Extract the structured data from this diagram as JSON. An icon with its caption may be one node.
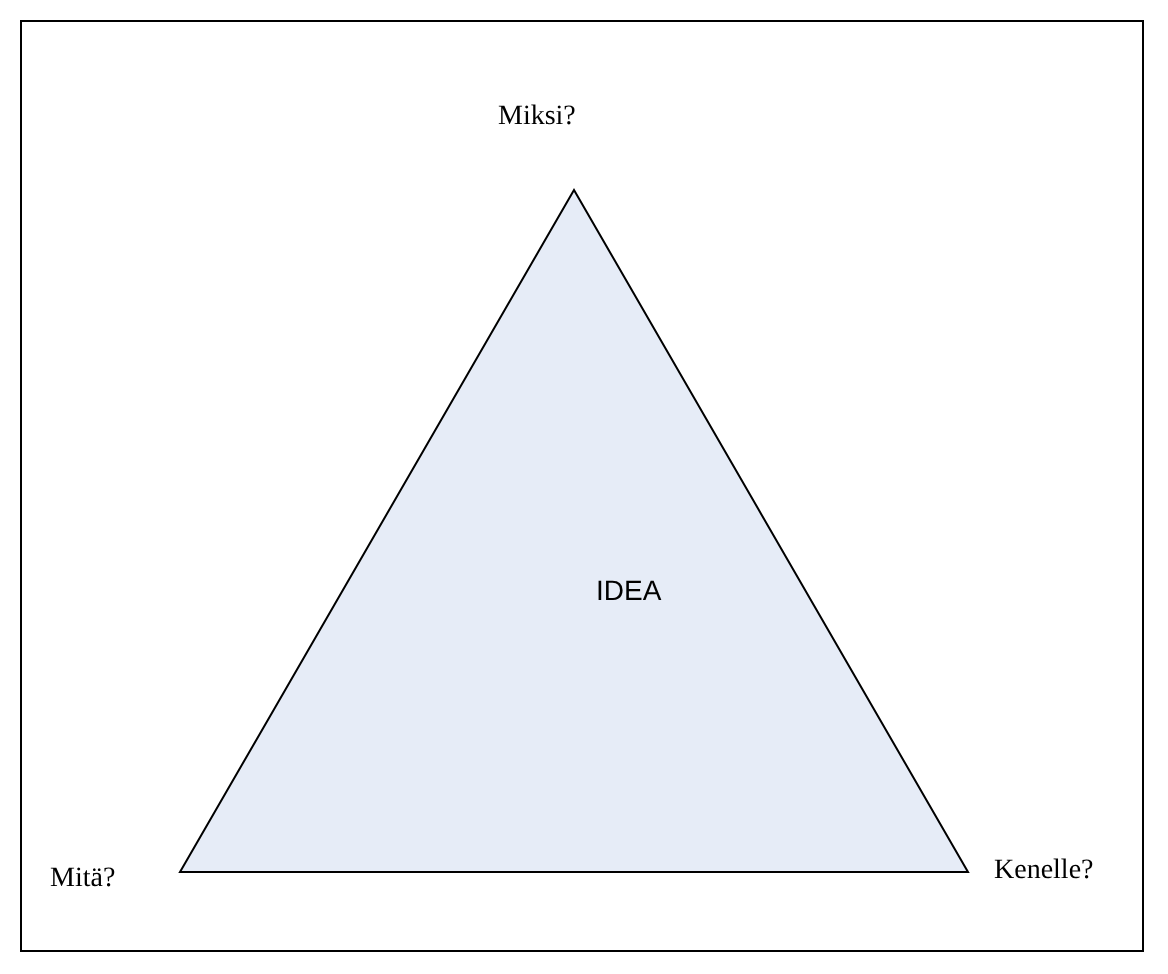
{
  "diagram": {
    "nodes": [
      {
        "text": [
          "IDEA"
        ]
      }
    ],
    "labels": [
      "Miksi?",
      "Mitä?",
      "Kenelle?"
    ]
  }
}
